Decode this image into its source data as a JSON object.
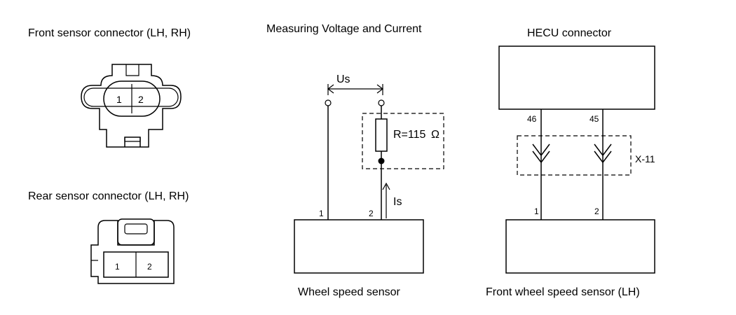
{
  "front_connector": {
    "title": "Front sensor connector (LH, RH)",
    "pin1": "1",
    "pin2": "2"
  },
  "rear_connector": {
    "title": "Rear sensor connector (LH, RH)",
    "pin1": "1",
    "pin2": "2"
  },
  "measuring": {
    "title": "Measuring Voltage and Current",
    "voltage_label": "Us",
    "current_label": "Is",
    "resistor_label": "R=115",
    "resistor_unit": "Ω",
    "pin1": "1",
    "pin2": "2",
    "box_label": "Wheel speed sensor"
  },
  "hecu": {
    "title": "HECU connector",
    "pin_a": "46",
    "pin_b": "45",
    "connector_id": "X-11",
    "sensor_pin1": "1",
    "sensor_pin2": "2",
    "box_label": "Front wheel speed sensor (LH)"
  }
}
